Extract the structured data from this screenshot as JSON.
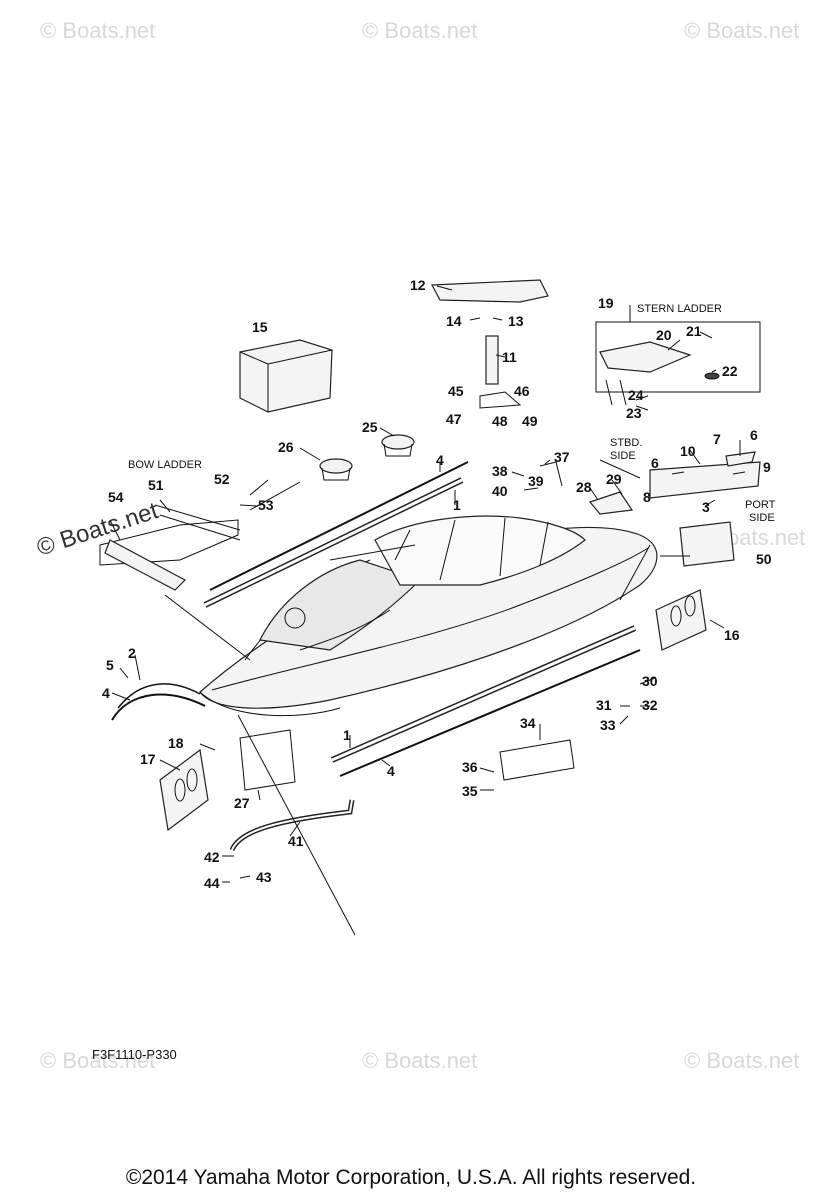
{
  "watermark_text": "© Boats.net",
  "figure_code": "F3F1110-P330",
  "copyright": "©2014 Yamaha Motor Corporation, U.S.A. All rights reserved.",
  "captions": {
    "stern_ladder": "STERN LADDER",
    "bow_ladder": "BOW LADDER",
    "stbd_side_1": "STBD.",
    "stbd_side_2": "SIDE",
    "port_side_1": "PORT",
    "port_side_2": "SIDE"
  },
  "part_labels": [
    "1",
    "1",
    "2",
    "3",
    "4",
    "4",
    "4",
    "5",
    "6",
    "6",
    "7",
    "8",
    "9",
    "10",
    "11",
    "12",
    "13",
    "14",
    "15",
    "16",
    "17",
    "18",
    "19",
    "20",
    "21",
    "22",
    "23",
    "24",
    "25",
    "26",
    "27",
    "28",
    "29",
    "30",
    "31",
    "32",
    "33",
    "34",
    "35",
    "36",
    "37",
    "38",
    "39",
    "40",
    "41",
    "42",
    "43",
    "44",
    "45",
    "46",
    "47",
    "48",
    "49",
    "50",
    "51",
    "52",
    "53",
    "54"
  ]
}
